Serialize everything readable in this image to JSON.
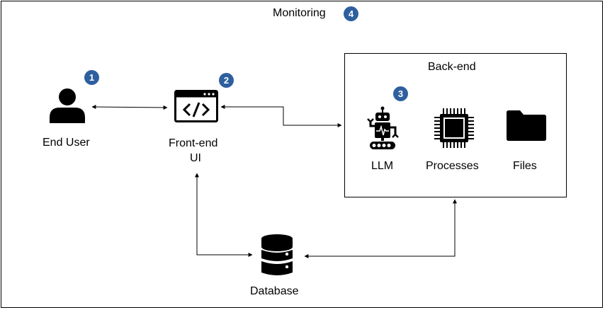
{
  "monitoring": {
    "label": "Monitoring",
    "badge": "4"
  },
  "end_user": {
    "label": "End User",
    "badge": "1",
    "icon": "user-icon"
  },
  "frontend": {
    "label_line1": "Front-end",
    "label_line2": "UI",
    "badge": "2",
    "icon": "code-window-icon"
  },
  "backend": {
    "title": "Back-end",
    "llm": {
      "label": "LLM",
      "badge": "3",
      "icon": "robot-icon"
    },
    "processes": {
      "label": "Processes",
      "icon": "cpu-chip-icon"
    },
    "files": {
      "label": "Files",
      "icon": "folder-icon"
    }
  },
  "database": {
    "label": "Database",
    "icon": "database-icon"
  },
  "colors": {
    "badge": "#2e5f9e",
    "stroke": "#000000"
  }
}
